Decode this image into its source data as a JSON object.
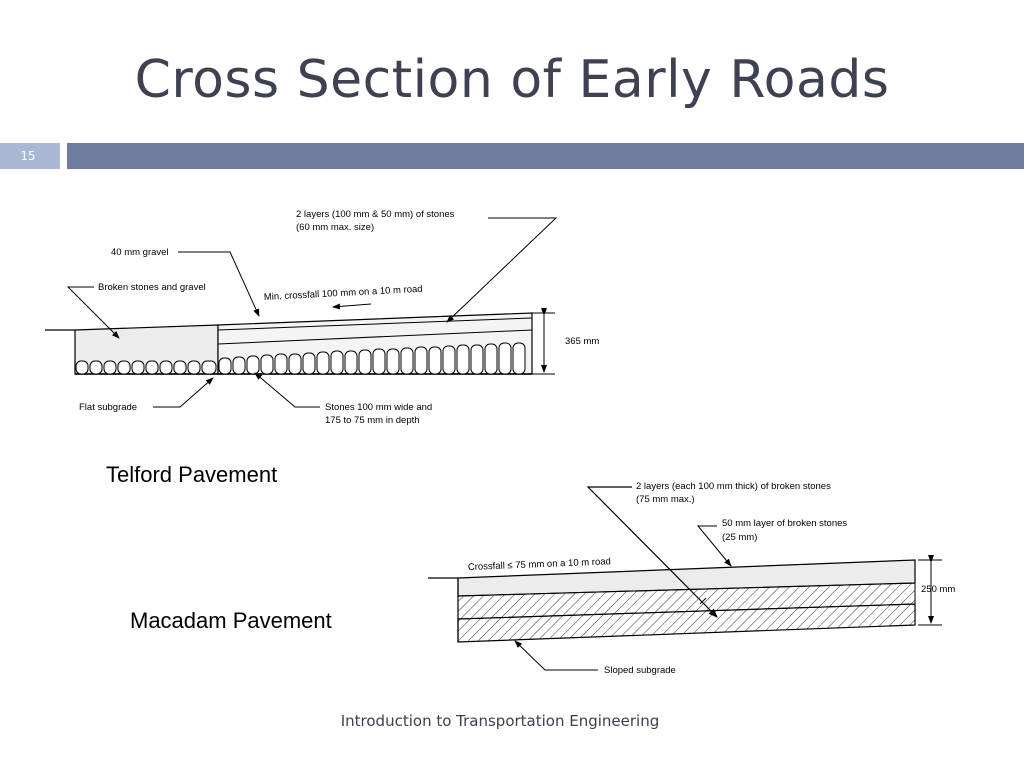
{
  "slide": {
    "title": "Cross Section of Early Roads",
    "number": "15",
    "footer": "Introduction to Transportation Engineering"
  },
  "telford": {
    "caption": "Telford Pavement",
    "labels": {
      "stones_2layers_line1": "2 layers (100 mm & 50 mm) of stones",
      "stones_2layers_line2": "(60 mm max. size)",
      "gravel": "40 mm gravel",
      "broken_stones": "Broken stones and gravel",
      "crossfall": "Min. crossfall 100 mm on a 10 m road",
      "thickness": "365 mm",
      "subgrade": "Flat subgrade",
      "stones_wide_line1": "Stones 100 mm wide and",
      "stones_wide_line2": "175 to 75 mm in depth"
    }
  },
  "macadam": {
    "caption": "Macadam Pavement",
    "labels": {
      "layers_line1": "2 layers (each 100 mm thick) of broken stones",
      "layers_line2": "(75 mm max.)",
      "top_layer_line1": "50 mm layer of broken stones",
      "top_layer_line2": "(25 mm)",
      "crossfall": "Crossfall ≤ 75 mm on a 10 m road",
      "thickness": "250 mm",
      "subgrade": "Sloped subgrade"
    }
  },
  "colors": {
    "title": "#3d4152",
    "band": "#6f7c9e",
    "number_box": "#a9b8d4",
    "layer_fill": "#ececec"
  }
}
